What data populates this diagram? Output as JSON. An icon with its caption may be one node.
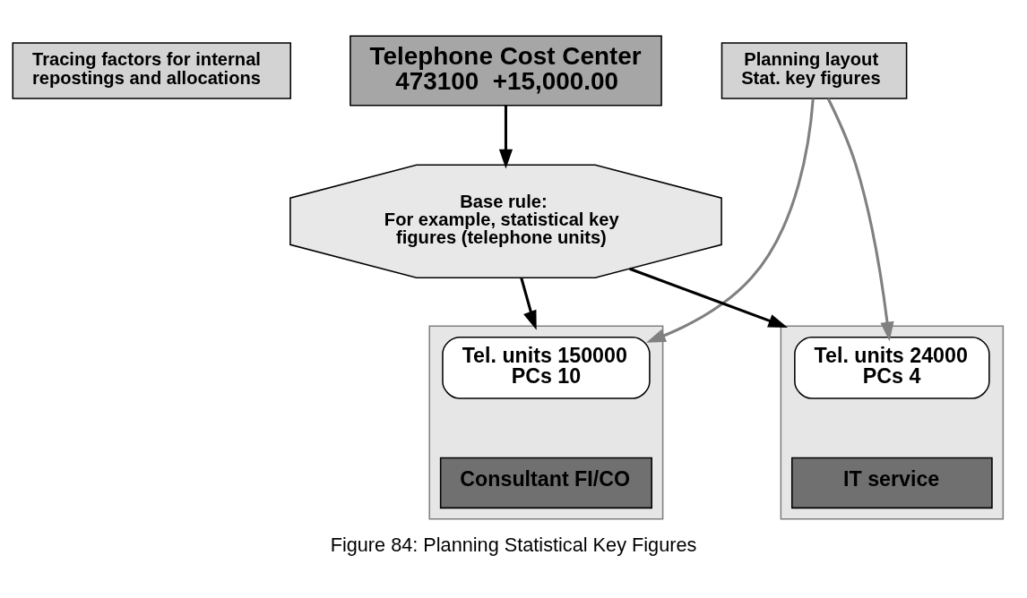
{
  "diagram": {
    "caption": "Figure 84: Planning Statistical Key Figures",
    "nodes": [
      {
        "text": [
          "Telephone Cost Center",
          "473100  +15,000.00"
        ]
      },
      {
        "text": [
          "Tracing factors for internal repostings and allocations"
        ]
      },
      {
        "text": [
          "Planning layout",
          "Stat. key figures"
        ]
      },
      {
        "text": [
          "Base rule:",
          "For example, statistical key figures (telephone units)"
        ]
      },
      {
        "text": [],
        "shape": "box"
      },
      {
        "text": [
          "Tel. units 24000",
          "PCs 4"
        ],
        "in": 4
      },
      {
        "text": [
          "IT service"
        ],
        "in": 4
      },
      {
        "text": [],
        "shape": "box"
      },
      {
        "text": [
          "Tel. units 150000",
          "PCs 10"
        ],
        "in": 7
      },
      {
        "text": [
          "Consultant FI/CO"
        ],
        "in": 7
      }
    ],
    "edges": [
      {
        "from": 0,
        "to": 3,
        "arrow": "to"
      },
      {
        "from": 3,
        "to": 4,
        "arrow": "to"
      },
      {
        "from": 3,
        "to": 7,
        "arrow": "to"
      },
      {
        "from": 2,
        "to": 5,
        "arrow": "to",
        "color": "#808080"
      },
      {
        "from": 2,
        "to": 8,
        "arrow": "to",
        "color": "#808080"
      }
    ]
  }
}
